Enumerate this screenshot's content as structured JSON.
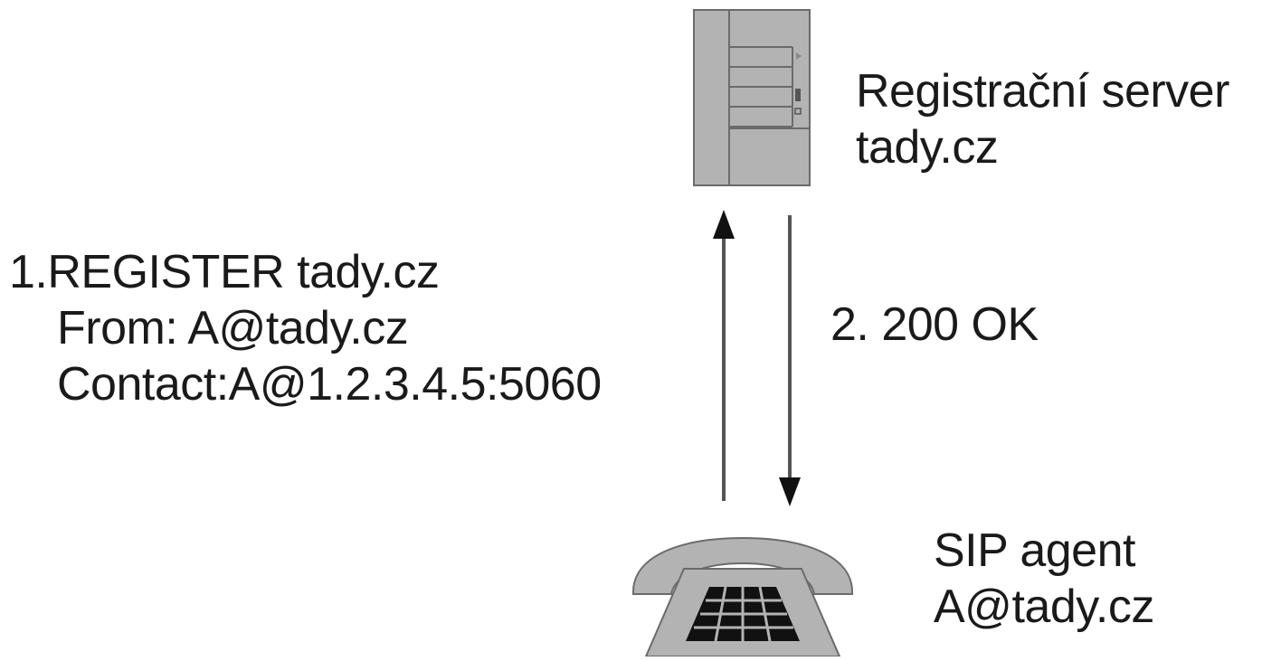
{
  "diagram": {
    "server": {
      "icon": "server-icon",
      "line1": "Registrační server",
      "line2": "tady.cz"
    },
    "agent": {
      "icon": "phone-icon",
      "line1": "SIP agent",
      "line2": "A@tady.cz"
    },
    "request": {
      "line1": "1.REGISTER tady.cz",
      "line2": "From: A@tady.cz",
      "line3": "Contact:A@1.2.3.4.5:5060"
    },
    "response": {
      "line1": "2. 200 OK"
    },
    "colors": {
      "device_fill": "#b3b3b3",
      "device_stroke": "#6b6b6b",
      "arrow": "#111111",
      "text": "#1a1a1a",
      "keypad": "#111111"
    }
  }
}
